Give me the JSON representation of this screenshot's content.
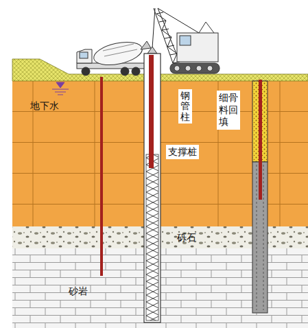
{
  "diagram": {
    "labels": [
      "地下水",
      "钢管柱",
      "细骨料回填",
      "支撑桩",
      "砾石",
      "砂岩"
    ]
  }
}
